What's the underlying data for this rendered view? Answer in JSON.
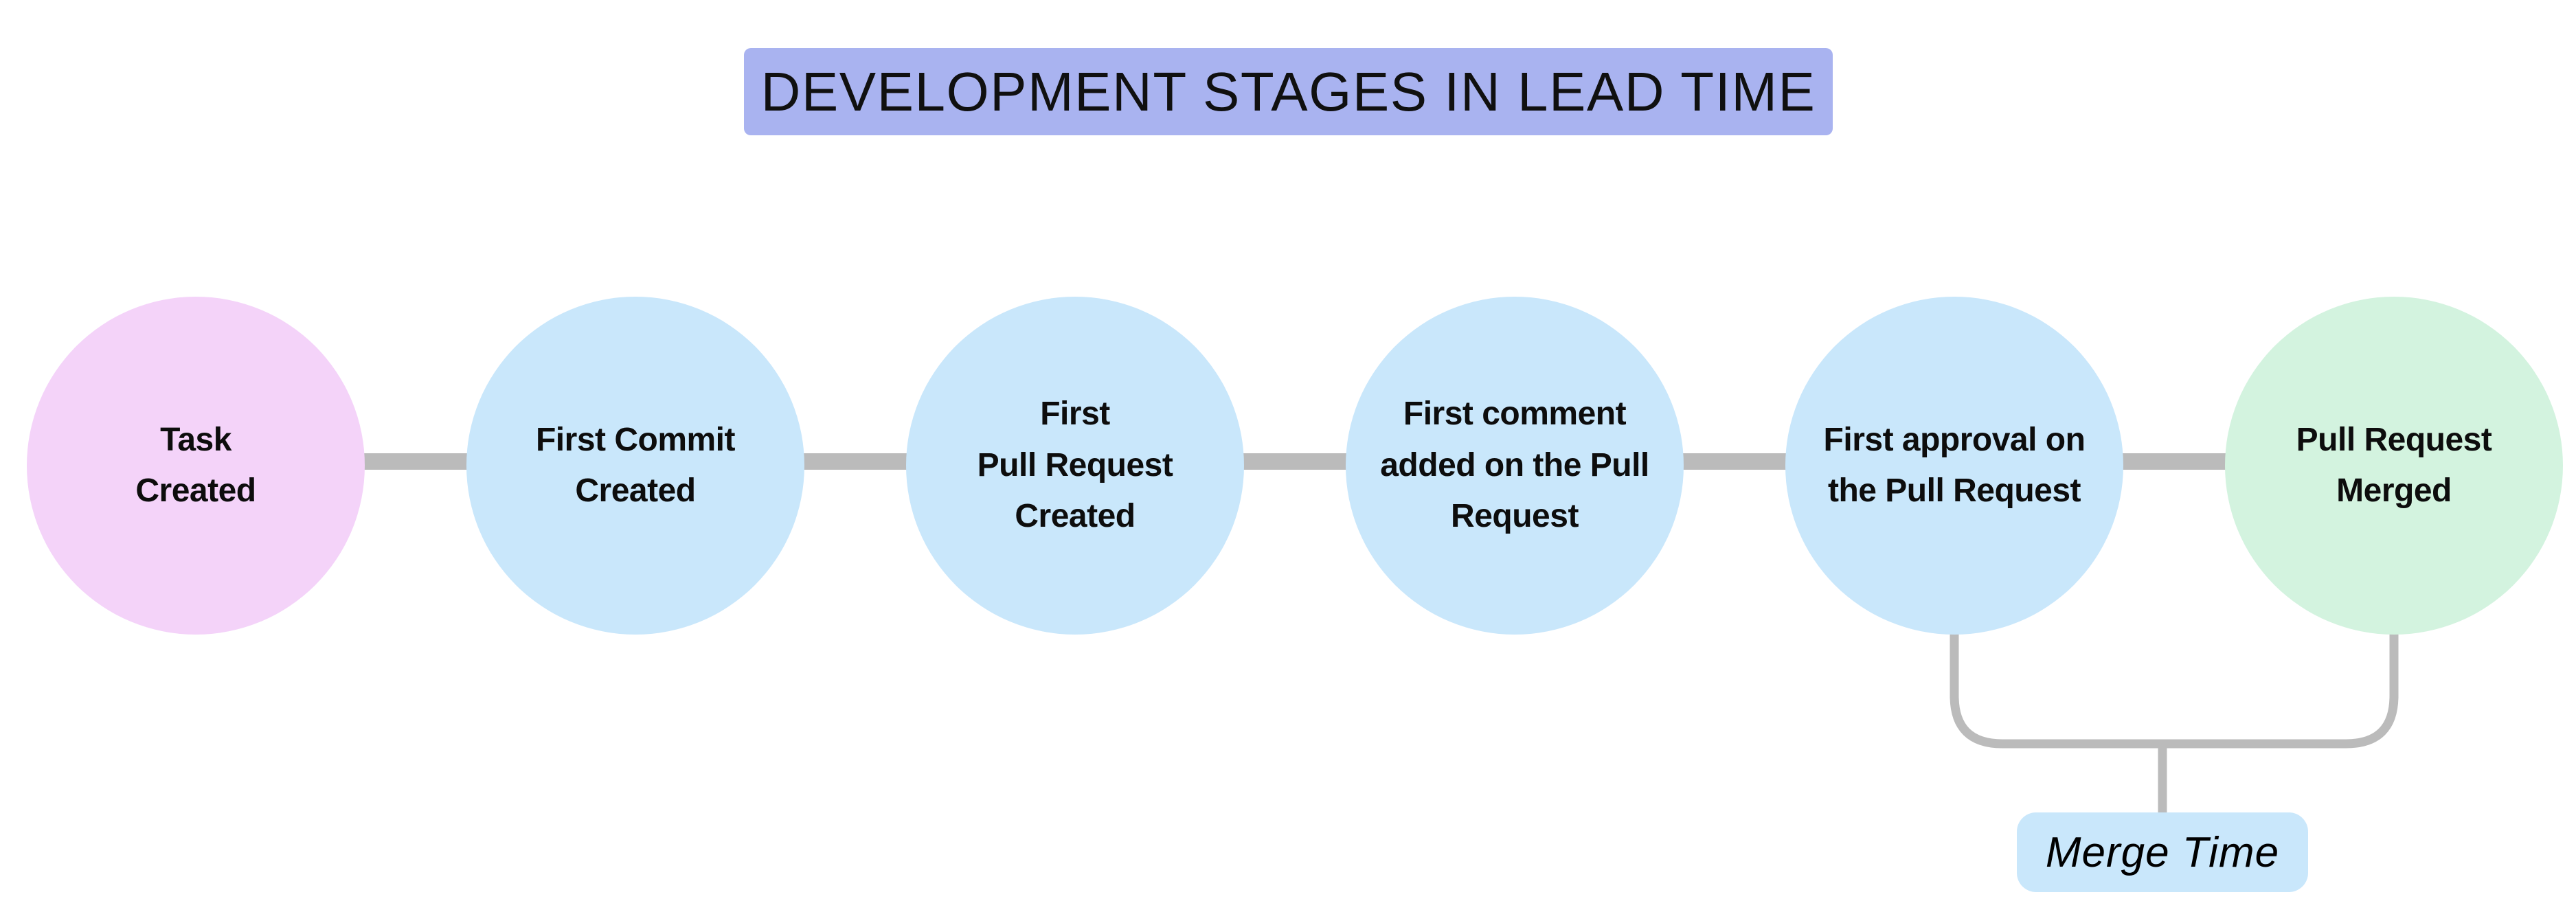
{
  "title": "DEVELOPMENT STAGES IN LEAD TIME",
  "colors": {
    "title_bg": "#A9B3F0",
    "stage_pink": "#F4D3F9",
    "stage_blue": "#C9E7FB",
    "stage_green": "#D3F3DF",
    "connector_gray": "#BBBBBB",
    "bracket_gray": "#BBBBBB",
    "merge_label_bg": "#C9E7FB"
  },
  "stages": [
    {
      "label": "Task\nCreated"
    },
    {
      "label": "First Commit\nCreated"
    },
    {
      "label": "First\nPull Request\nCreated"
    },
    {
      "label": "First comment\nadded on the Pull\nRequest"
    },
    {
      "label": "First approval on\nthe Pull Request"
    },
    {
      "label": "Pull Request\nMerged"
    }
  ],
  "merge_time": {
    "label": "Merge Time"
  }
}
